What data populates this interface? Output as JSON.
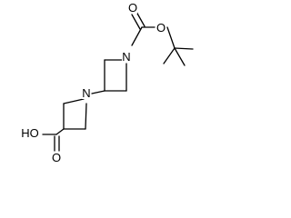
{
  "molecule": {
    "atom_labels": {
      "boc_carbonyl_oxygen": "O",
      "boc_ester_oxygen": "O",
      "top_ring_nitrogen": "N",
      "bottom_ring_nitrogen": "N",
      "acid_hydroxyl": "HO",
      "acid_carbonyl_oxygen": "O"
    }
  }
}
